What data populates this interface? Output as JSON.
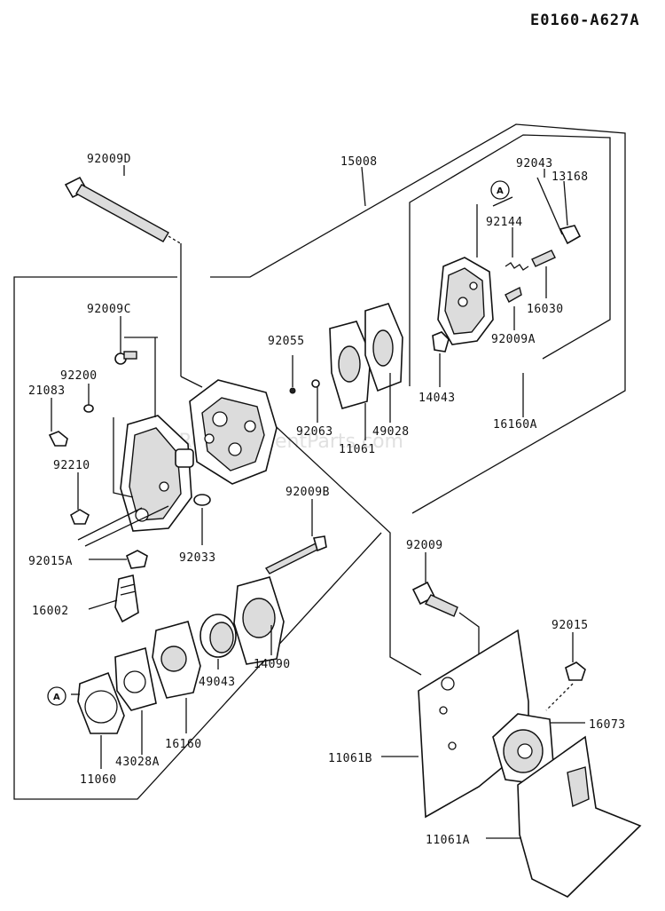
{
  "diagram_code": "E0160-A627A",
  "watermark": "eReplacementParts.com",
  "callout_symbol": "A",
  "labels": {
    "p92009D": "92009D",
    "p15008": "15008",
    "p92043": "92043",
    "p13168": "13168",
    "p92144": "92144",
    "p16030": "16030",
    "p92009A": "92009A",
    "p14043": "14043",
    "p16160A": "16160A",
    "p92055": "92055",
    "p92063": "92063",
    "p11061": "11061",
    "p49028": "49028",
    "p92009C": "92009C",
    "p92200": "92200",
    "p21083": "21083",
    "p92210": "92210",
    "p92015A": "92015A",
    "p92033": "92033",
    "p16002": "16002",
    "p92009B": "92009B",
    "p14090": "14090",
    "p49043": "49043",
    "p16160": "16160",
    "p43028A": "43028A",
    "p11060": "11060",
    "p92009": "92009",
    "p92015": "92015",
    "p16073": "16073",
    "p11061B": "11061B",
    "p11061A": "11061A"
  }
}
